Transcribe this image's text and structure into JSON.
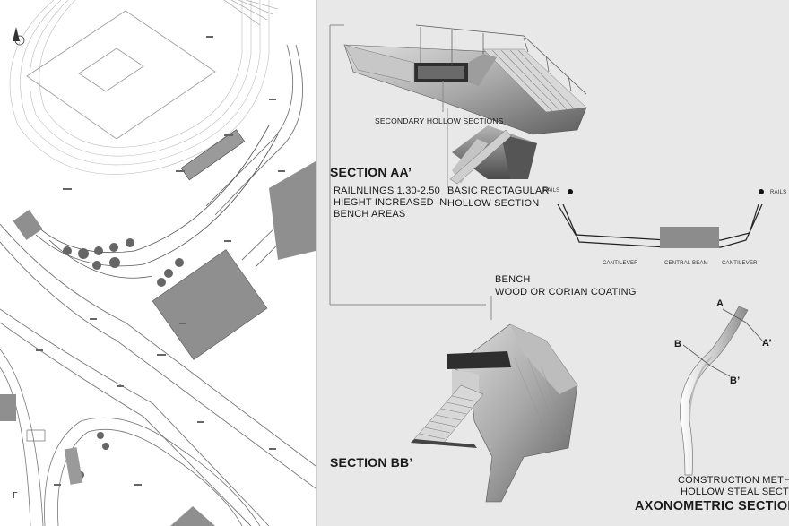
{
  "site_plan": {
    "corner_mark": "Γ"
  },
  "sections": {
    "secondary_label": "SECONDARY HOLLOW SECTIONS",
    "section_aa_title": "SECTION AA’",
    "railings_note": [
      "RAILNLINGS 1.30-2.50",
      "HIEGHT INCREASED IN",
      "BENCH AREAS"
    ],
    "basic_note": [
      "BASIC RECTAGULAR",
      "HOLLOW SECTION"
    ],
    "rails_left": "RAILS",
    "rails_right": "RAILS",
    "cantilever_left": "CANTILEVER",
    "central_beam": "CENTRAL BEAM",
    "cantilever_right": "CANTILEVER",
    "bench_note": [
      "BENCH",
      "WOOD OR CORIAN COATING"
    ],
    "marker_a": "A",
    "marker_a_prime": "A’",
    "marker_b": "B",
    "marker_b_prime": "B’",
    "section_bb_title": "SECTION BB’",
    "construction_note": [
      "CONSTRUCTION METHOD",
      "HOLLOW STEAL SECTION"
    ],
    "axonometric_title": "AXONOMETRIC SECTIONS"
  },
  "colors": {
    "panel_bg": "#e9e8e8",
    "steel_dark": "#3a3a3a",
    "steel_mid": "#8c8c8c",
    "steel_light": "#c9c9c9",
    "plan_gray": "#8f8f8f"
  }
}
